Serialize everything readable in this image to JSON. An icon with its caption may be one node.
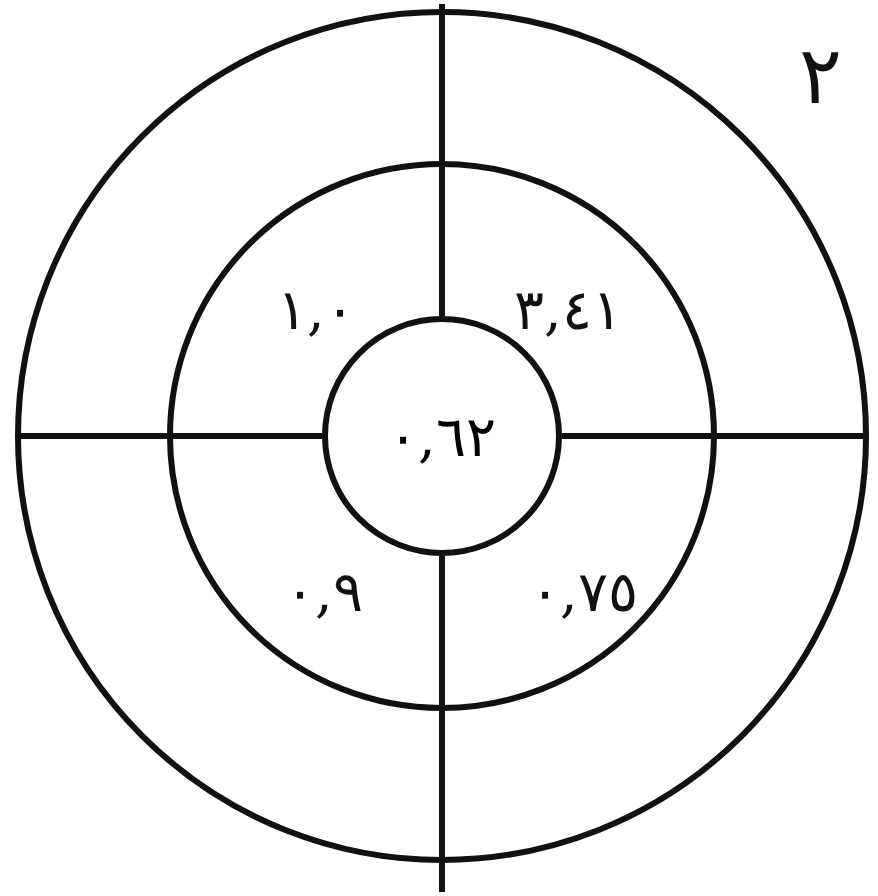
{
  "diagram": {
    "nodes": [
      {
        "text": [
          "٠,٦٢"
        ]
      }
    ],
    "labels": [
      "٢",
      "١,٠",
      "٣,٤١",
      "٠,٩",
      "٠,٧٥"
    ]
  }
}
